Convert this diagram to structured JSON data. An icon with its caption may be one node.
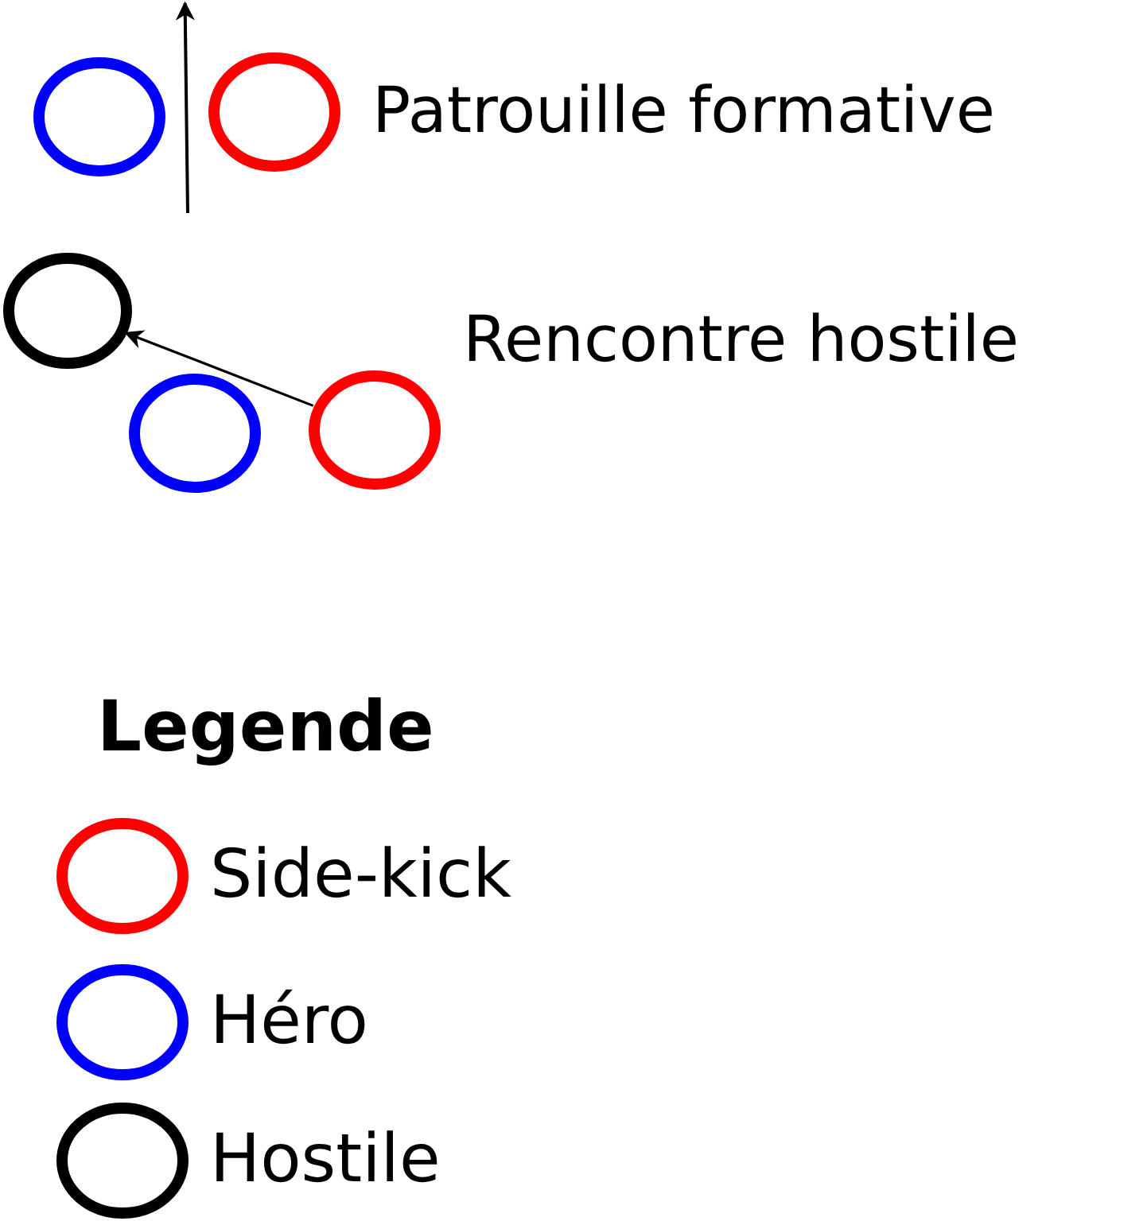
{
  "diagram": {
    "nodes": [
      {
        "text": [],
        "shape": "circle"
      },
      {
        "text": [],
        "shape": "circle"
      },
      {
        "text": [],
        "shape": "circle"
      },
      {
        "text": [],
        "shape": "circle"
      },
      {
        "text": [],
        "shape": "circle"
      }
    ],
    "edges": [
      {
        "from": 4,
        "to": 2,
        "arrow": "to"
      }
    ],
    "labels": [
      "Patrouille formative",
      "Rencontre hostile",
      "Legende"
    ],
    "legend": [
      {
        "text": "Side-kick"
      },
      {
        "text": "Héro"
      },
      {
        "text": "Hostile"
      }
    ]
  }
}
